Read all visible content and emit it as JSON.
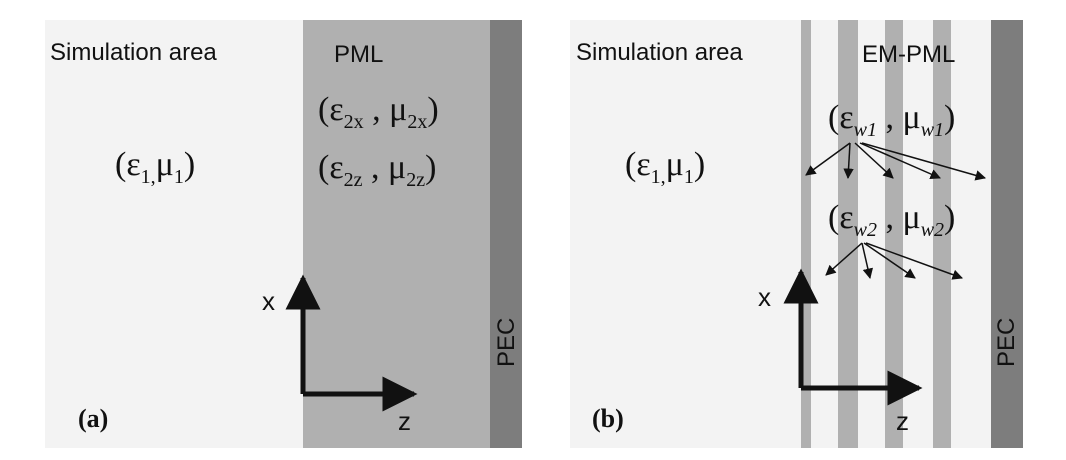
{
  "colors": {
    "background": "#ffffff",
    "simulation_area": "#f3f3f3",
    "pml": "#b0b0b0",
    "pec": "#7d7d7d",
    "em_pml_strip": "#b0b0b0",
    "ink": "#111111"
  },
  "panel_a": {
    "label": "(a)",
    "simulation_area_label": "Simulation area",
    "region1_params": "(ε1,μ1)",
    "pml_label": "PML",
    "pml_params_x": "(ε2x , μ2x)",
    "pml_params_z": "(ε2z , μ2z)",
    "pec_label": "PEC",
    "axis_x": "x",
    "axis_z": "z"
  },
  "panel_b": {
    "label": "(b)",
    "simulation_area_label": "Simulation area",
    "region1_params": "(ε1,μ1)",
    "empml_label": "EM-PML",
    "layer1_params": "(εw1 , μw1)",
    "layer2_params": "(εw2 , μw2)",
    "pec_label": "PEC",
    "axis_x": "x",
    "axis_z": "z"
  }
}
